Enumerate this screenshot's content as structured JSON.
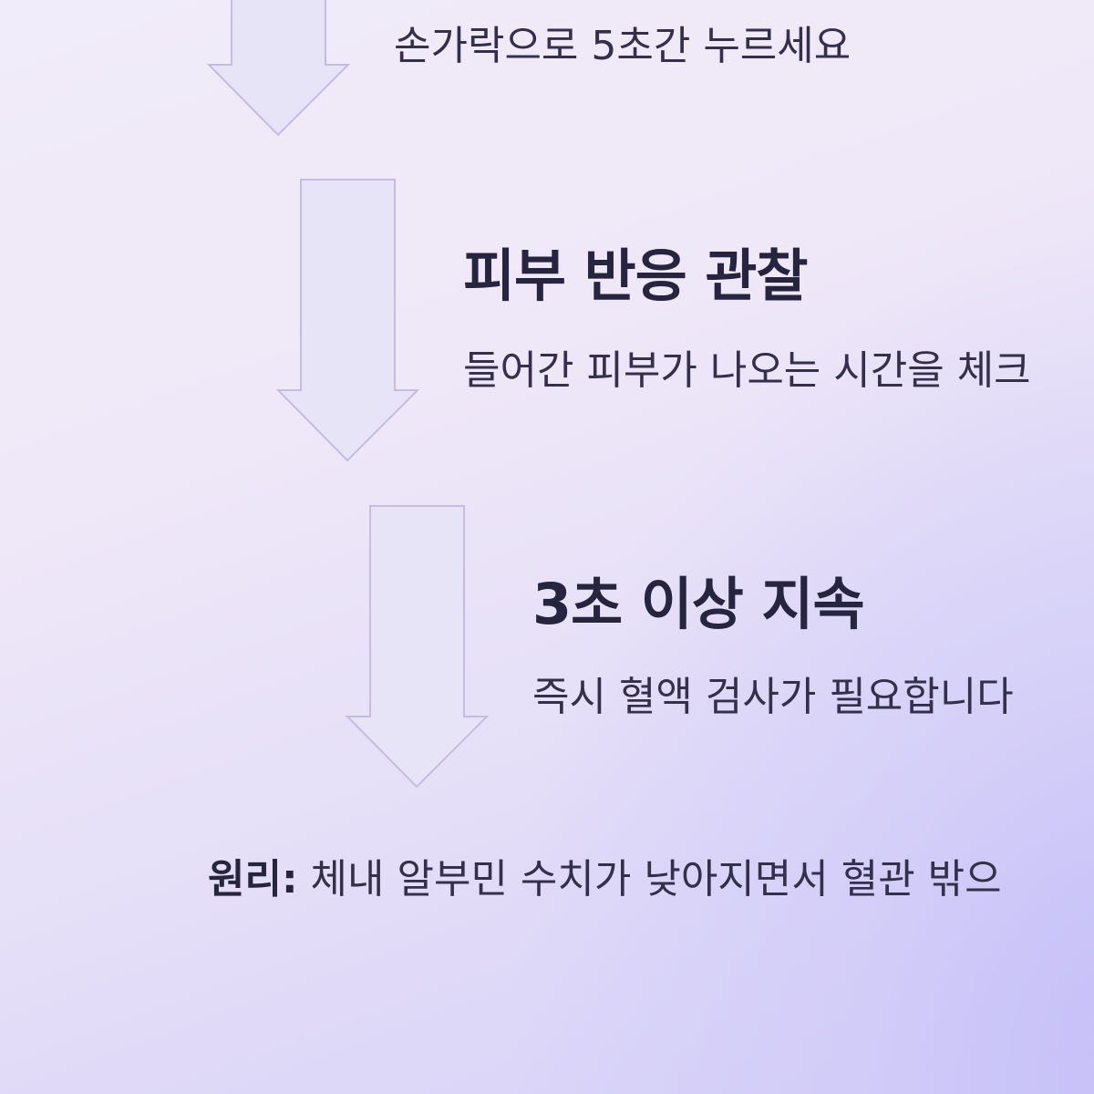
{
  "steps": [
    {
      "title": "",
      "description": "손가락으로 5초간 누르세요"
    },
    {
      "title": "피부 반응 관찰",
      "description": "들어간 피부가 나오는 시간을 체크"
    },
    {
      "title": "3초 이상 지속",
      "description": "즉시 혈액 검사가 필요합니다"
    }
  ],
  "principle": {
    "label": "원리:",
    "text": " 체내 알부민 수치가 낮아지면서 혈관 밖으"
  },
  "colors": {
    "arrow_fill": "#e8e4f7",
    "arrow_stroke": "#c4bde0",
    "text_dark": "#27243f"
  }
}
